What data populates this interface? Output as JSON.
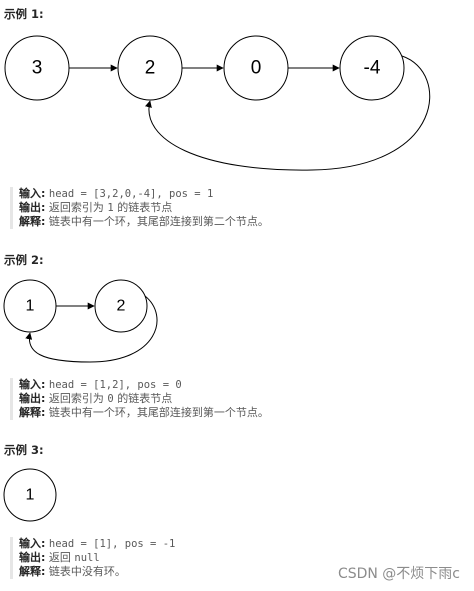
{
  "examples": [
    {
      "title": "示例 1:",
      "nodes": [
        "3",
        "2",
        "0",
        "-4"
      ],
      "input_label": "输入:",
      "input_code": "head = [3,2,0,-4], pos = 1",
      "output_label": "输出:",
      "output_text": "返回索引为",
      "output_code": "1",
      "output_suffix": "的链表节点",
      "explain_label": "解释:",
      "explain_text": "链表中有一个环，其尾部连接到第二个节点。"
    },
    {
      "title": "示例 2:",
      "nodes": [
        "1",
        "2"
      ],
      "input_label": "输入:",
      "input_code": "head = [1,2], pos = 0",
      "output_label": "输出:",
      "output_text": "返回索引为",
      "output_code": "0",
      "output_suffix": "的链表节点",
      "explain_label": "解释:",
      "explain_text": "链表中有一个环，其尾部连接到第一个节点。"
    },
    {
      "title": "示例 3:",
      "nodes": [
        "1"
      ],
      "input_label": "输入:",
      "input_code": "head = [1], pos = -1",
      "output_label": "输出:",
      "output_text": "返回",
      "output_code": "null",
      "output_suffix": "",
      "explain_label": "解释:",
      "explain_text": "链表中没有环。"
    }
  ],
  "watermark": "CSDN @不烦下雨c"
}
